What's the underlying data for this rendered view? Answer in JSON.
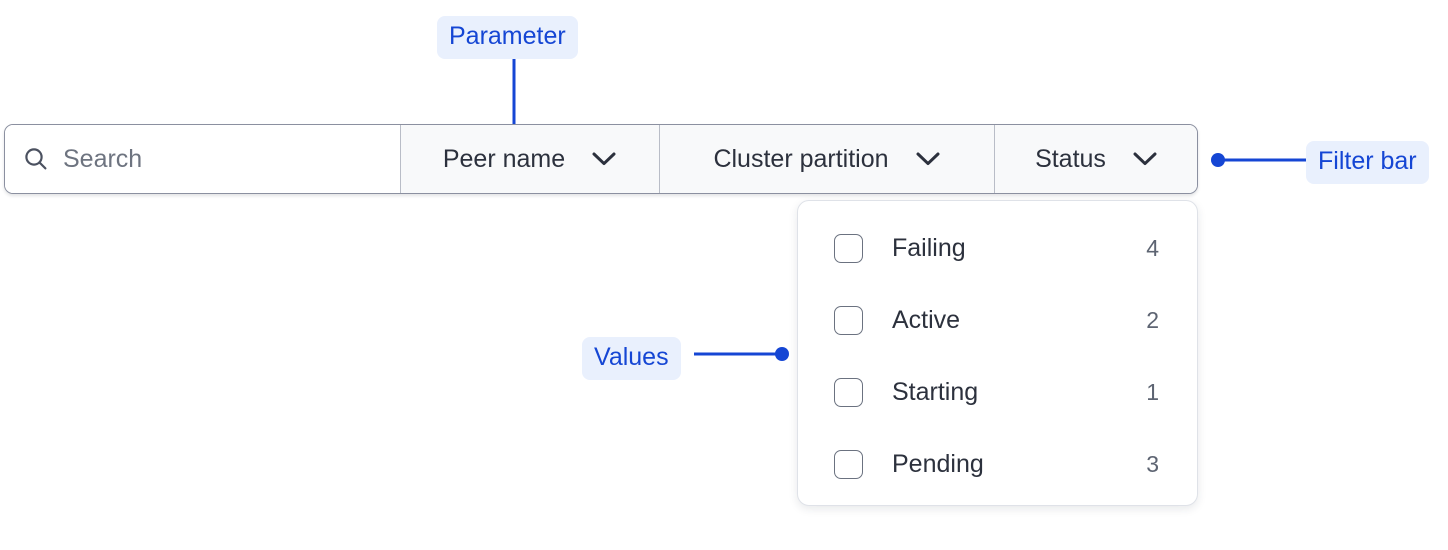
{
  "filter_bar": {
    "search": {
      "icon": "search-icon",
      "placeholder": "Search",
      "value": ""
    },
    "filters": [
      {
        "label": "Peer name",
        "icon": "chevron-down-icon"
      },
      {
        "label": "Cluster partition",
        "icon": "chevron-down-icon"
      },
      {
        "label": "Status",
        "icon": "chevron-down-icon"
      }
    ]
  },
  "dropdown": {
    "open_for": "Status",
    "options": [
      {
        "label": "Failing",
        "count": "4",
        "checked": false
      },
      {
        "label": "Active",
        "count": "2",
        "checked": false
      },
      {
        "label": "Starting",
        "count": "1",
        "checked": false
      },
      {
        "label": "Pending",
        "count": "3",
        "checked": false
      }
    ]
  },
  "annotations": [
    {
      "id": "parameter",
      "label": "Parameter"
    },
    {
      "id": "filter-bar",
      "label": "Filter bar"
    },
    {
      "id": "values",
      "label": "Values"
    }
  ],
  "colors": {
    "annotation_text": "#1546d4",
    "annotation_pill_bg": "#e9f0fd",
    "annotation_line": "#1546d4",
    "bar_border": "#8b90a0",
    "cell_bg": "#f8f9fa",
    "text": "#2c313d",
    "muted_text": "#6e7480"
  }
}
